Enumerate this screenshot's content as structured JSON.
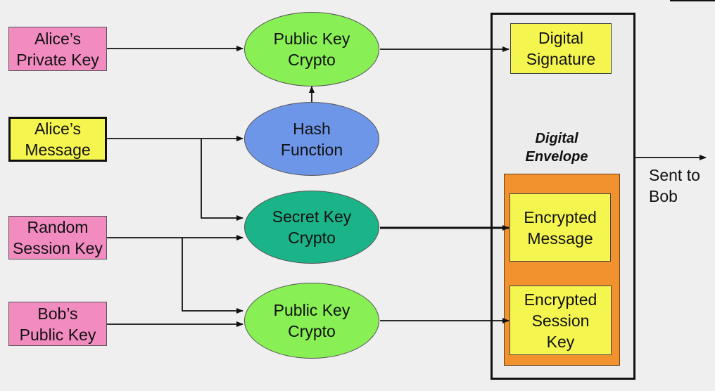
{
  "inputs": {
    "alice_private_key": [
      "Alice’s",
      "Private Key"
    ],
    "alice_message": [
      "Alice’s",
      "Message"
    ],
    "random_session_key": [
      "Random",
      "Session Key"
    ],
    "bob_public_key": [
      "Bob’s",
      "Public Key"
    ]
  },
  "processes": {
    "public_key_crypto_top": [
      "Public Key",
      "Crypto"
    ],
    "hash_function": [
      "Hash",
      "Function"
    ],
    "secret_key_crypto": [
      "Secret Key",
      "Crypto"
    ],
    "public_key_crypto_bottom": [
      "Public Key",
      "Crypto"
    ]
  },
  "outputs": {
    "digital_signature": [
      "Digital",
      "Signature"
    ],
    "envelope_label": [
      "Digital",
      "Envelope"
    ],
    "encrypted_message": [
      "Encrypted",
      "Message"
    ],
    "encrypted_session_key": [
      "Encrypted",
      "Session",
      "Key"
    ]
  },
  "sent_to": [
    "Sent to",
    "Bob"
  ],
  "colors": {
    "input_pink": "#f28cc0",
    "output_yellow": "#f5f550",
    "crypto_green": "#88ef55",
    "hash_blue": "#6e96e8",
    "secret_teal": "#1bb388",
    "envelope_orange": "#f2922f"
  }
}
